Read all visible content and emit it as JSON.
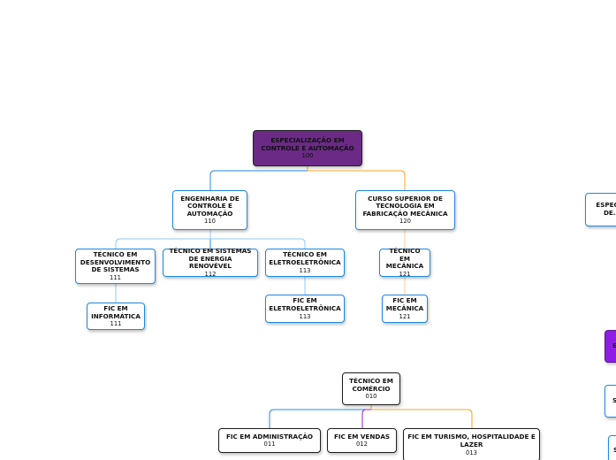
{
  "colors": {
    "root_fill": "#6a2a86",
    "blue": "#1e88e5",
    "light_blue": "#90caf9",
    "orange": "#f5a623",
    "light_orange": "#f7cf95",
    "purple": "#8e1ee6",
    "dark": "#1d1d1d"
  },
  "nodes": {
    "root": {
      "title": "ESPECIALIZAÇÃO EM CONTROLE E AUTOMAÇÃO",
      "code": "100"
    },
    "eng_controle": {
      "title": "ENGENHARIA DE CONTROLE E AUTOMAÇÃO",
      "code": "110"
    },
    "curso_superior": {
      "title": "CURSO SUPERIOR DE TECNOLOGIA EM FABRICAÇÃO MECÂNICA",
      "code": "120"
    },
    "tec_des_sistemas": {
      "title": "TÉCNICO EM DESENVOLVIMENTO DE SISTEMAS",
      "code": "111"
    },
    "tec_energia": {
      "title": "TÉCNICO EM SISTEMAS DE ENERGIA RENOVÉVEL",
      "code": "112"
    },
    "tec_eletro": {
      "title": "TÉCNICO EM ELETROELETRÔNICA",
      "code": "113"
    },
    "tec_mecanica": {
      "title": "TÉCNICO EM MECÂNICA",
      "code": "121"
    },
    "fic_informatica": {
      "title": "FIC EM INFORMÁTICA",
      "code": "111"
    },
    "fic_eletro": {
      "title": "FIC EM ELETROELETRÔNICA",
      "code": "113"
    },
    "fic_mecanica": {
      "title": "FIC EM MECÂNICA",
      "code": "121"
    },
    "tec_comercio": {
      "title": "TÉCNICO EM COMÉRCIO",
      "code": "010"
    },
    "fic_admin": {
      "title": "FIC EM ADMINISTRAÇÃO",
      "code": "011"
    },
    "fic_vendas": {
      "title": "FIC EM VENDAS",
      "code": "012"
    },
    "fic_turismo": {
      "title": "FIC EM TURISMO, HOSPITALIDADE E LAZER",
      "code": "013"
    },
    "partial_espec": {
      "title": "ESPECI… DE…",
      "code": ""
    },
    "partial_e": {
      "title": "E",
      "code": ""
    },
    "partial_s1": {
      "title": "S",
      "code": ""
    },
    "partial_s2": {
      "title": "S",
      "code": ""
    }
  }
}
